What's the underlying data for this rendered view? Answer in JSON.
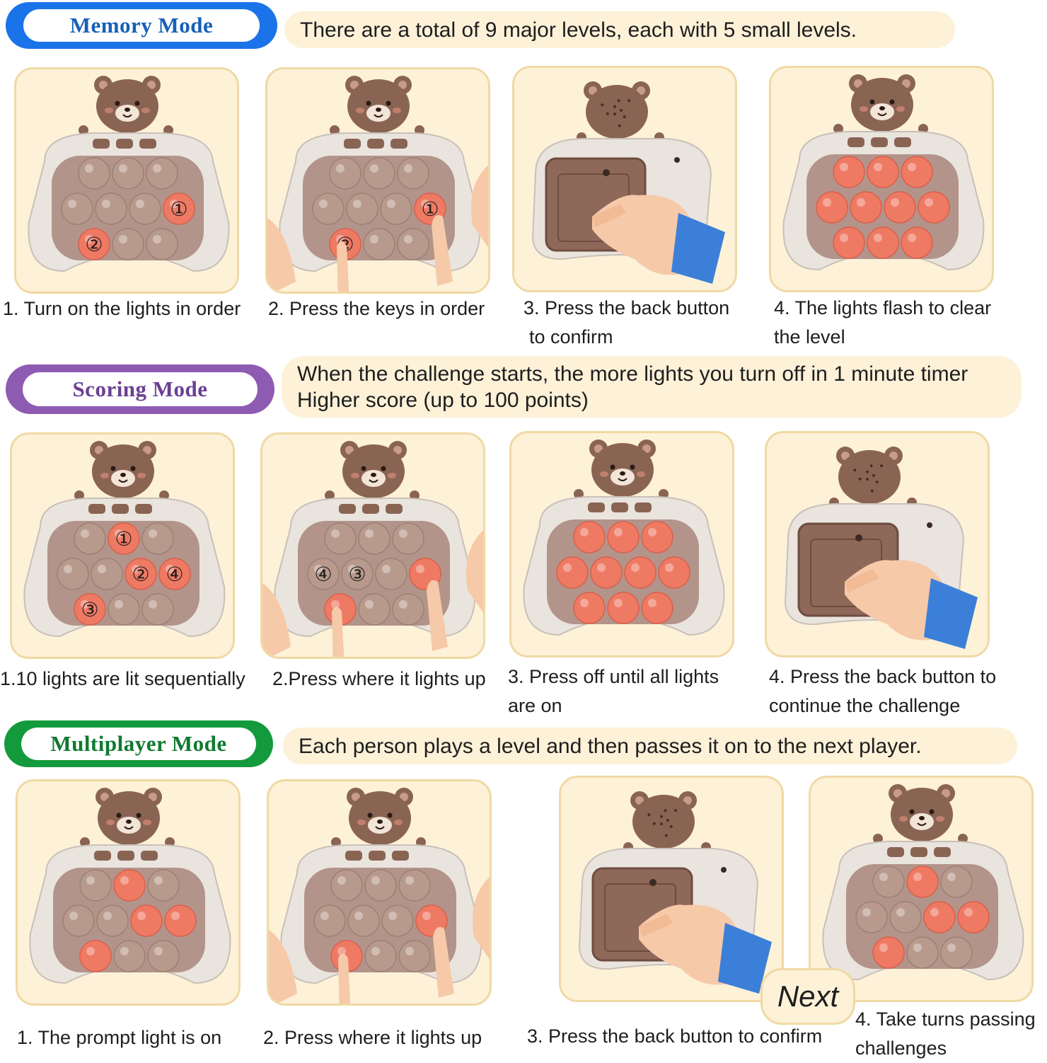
{
  "colors": {
    "memory_accent": "#1a73e8",
    "memory_text": "#1760b8",
    "scoring_accent": "#8e5bb3",
    "scoring_text": "#6b3f93",
    "multiplayer_accent": "#139a3c",
    "multiplayer_text": "#0f7a2f",
    "banner_bg": "#fdf1d8",
    "card_bg": "#fdf1d8",
    "card_border": "#f0d9a4",
    "bear_brown": "#8a6453",
    "button_unlit": "#b89a8c",
    "button_lit": "#ef7a64",
    "console_body": "#eae4de",
    "sleeve_blue": "#3c7fd8"
  },
  "sections": [
    {
      "title": "Memory Mode",
      "description": [
        "There are a total of 9 major levels, each with 5 small levels."
      ],
      "steps": [
        {
          "caption": [
            "1. Turn on the lights in order"
          ],
          "illustration": "console-front",
          "lit": [
            7,
            8
          ],
          "markers": {
            "7": "①",
            "8": "②"
          },
          "hands": false
        },
        {
          "caption": [
            "2. Press the keys in order"
          ],
          "illustration": "console-front",
          "lit": [
            7,
            8
          ],
          "markers": {
            "7": "①",
            "8": "②"
          },
          "hands": true
        },
        {
          "caption": [
            "3. Press the back button",
            "to confirm"
          ],
          "illustration": "console-back"
        },
        {
          "caption": [
            "4. The lights flash to clear",
            "the level"
          ],
          "illustration": "console-front",
          "lit": [
            0,
            1,
            2,
            3,
            4,
            5,
            6,
            7,
            8,
            9,
            10
          ],
          "markers": {},
          "hands": false
        }
      ]
    },
    {
      "title": "Scoring Mode",
      "description": [
        "When the challenge starts, the more lights you turn off in 1 minute timer",
        "Higher score (up to 100 points)"
      ],
      "steps": [
        {
          "caption": [
            "1.10 lights are lit sequentially"
          ],
          "illustration": "console-front",
          "lit": [
            1,
            5,
            7,
            8
          ],
          "markers": {
            "1": "①",
            "5": "②",
            "8": "③",
            "7": "④"
          },
          "hands": false
        },
        {
          "caption": [
            "2.Press where it lights up"
          ],
          "illustration": "console-front",
          "lit": [
            7,
            8
          ],
          "markers": {
            "4": "③",
            "3": "④"
          },
          "hands": true
        },
        {
          "caption": [
            "3. Press off until all lights",
            "are on"
          ],
          "illustration": "console-front",
          "lit": [
            0,
            1,
            2,
            3,
            4,
            5,
            6,
            7,
            8,
            9,
            10
          ],
          "markers": {},
          "hands": false
        },
        {
          "caption": [
            "4. Press the back button to",
            "continue the challenge"
          ],
          "illustration": "console-back"
        }
      ]
    },
    {
      "title": "Multiplayer Mode",
      "description": [
        "Each person plays a level and then passes it on to the next player."
      ],
      "steps": [
        {
          "caption": [
            "1. The prompt light is on"
          ],
          "illustration": "console-front",
          "lit": [
            1,
            5,
            7,
            8
          ],
          "markers": {},
          "hands": false
        },
        {
          "caption": [
            "2. Press where it lights up"
          ],
          "illustration": "console-front",
          "lit": [
            7,
            8
          ],
          "markers": {},
          "hands": true
        },
        {
          "caption": [
            "3. Press the back button to confirm"
          ],
          "illustration": "console-back"
        },
        {
          "caption": [
            "4. Take turns passing",
            "challenges"
          ],
          "illustration": "console-front",
          "lit": [
            1,
            5,
            6,
            8
          ],
          "markers": {},
          "hands": false
        }
      ]
    }
  ],
  "next_label": "Next"
}
